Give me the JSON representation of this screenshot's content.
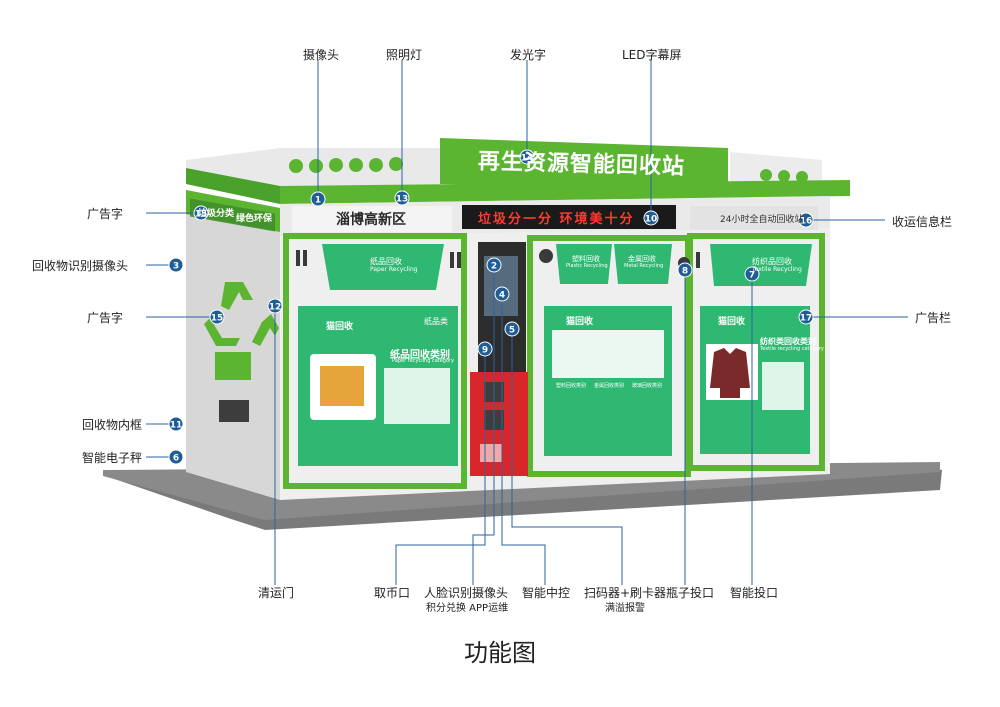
{
  "caption": "功能图",
  "station": {
    "title": "再生资源智能回收站",
    "location_sign": "淄博高新区",
    "led_text": "垃圾分一分 环境美十分",
    "info_bar_text": "24小时全自动回收站",
    "brand": "猫回收",
    "left_side_ad": [
      "垃圾分类",
      "绿色环保"
    ],
    "paper": {
      "chute_label": "纸品回收",
      "chute_sub": "Paper Recycling",
      "poster_title": "纸品回收类别",
      "poster_sub": "Paper recycling category",
      "poster_tag": "纸品类"
    },
    "plastic": {
      "chute_label_1": "塑料回收",
      "chute_sub_1": "Plastic Recycling",
      "chute_label_2": "金属回收",
      "chute_sub_2": "Metal Recycling",
      "item_1": "塑料回收类别",
      "item_2": "金属回收类别",
      "item_3": "玻璃回收类别"
    },
    "textile": {
      "chute_label": "纺织品回收",
      "chute_sub": "Textile Recycling",
      "poster_title": "纺织类回收类别",
      "poster_sub": "Textile recycling category"
    }
  },
  "markers": [
    "1",
    "2",
    "3",
    "4",
    "5",
    "6",
    "7",
    "8",
    "9",
    "10",
    "11",
    "12",
    "13",
    "14",
    "15",
    "15",
    "16",
    "17"
  ],
  "labels": {
    "camera": "摄像头",
    "lighting": "照明灯",
    "luminous_text": "发光字",
    "led_screen": "LED字幕屏",
    "ad_text_top": "广告字",
    "recycle_camera": "回收物识别摄像头",
    "ad_text_side": "广告字",
    "inner_frame": "回收物内框",
    "scale": "智能电子秤",
    "info_bar": "收运信息栏",
    "ad_panel": "广告栏",
    "clean_door": "清运门",
    "coin_outlet": "取币口",
    "face_camera": "人脸识别摄像头",
    "points": "积分兑换 APP运维",
    "central_control": "智能中控",
    "scanner": "扫码器+刷卡器",
    "overflow_alarm": "满溢报警",
    "bottle_slot": "瓶子投口",
    "smart_slot": "智能投口"
  },
  "colors": {
    "green": "#5cb531",
    "green_dark": "#3f8f2a",
    "green_light": "#8fd05c",
    "panel_green": "#2eb872",
    "marker_blue": "#1f5d96",
    "line_blue": "#2a64a0",
    "red": "#d9262b",
    "floor": "#7d7d7d",
    "body_white": "#f1f1f1"
  }
}
